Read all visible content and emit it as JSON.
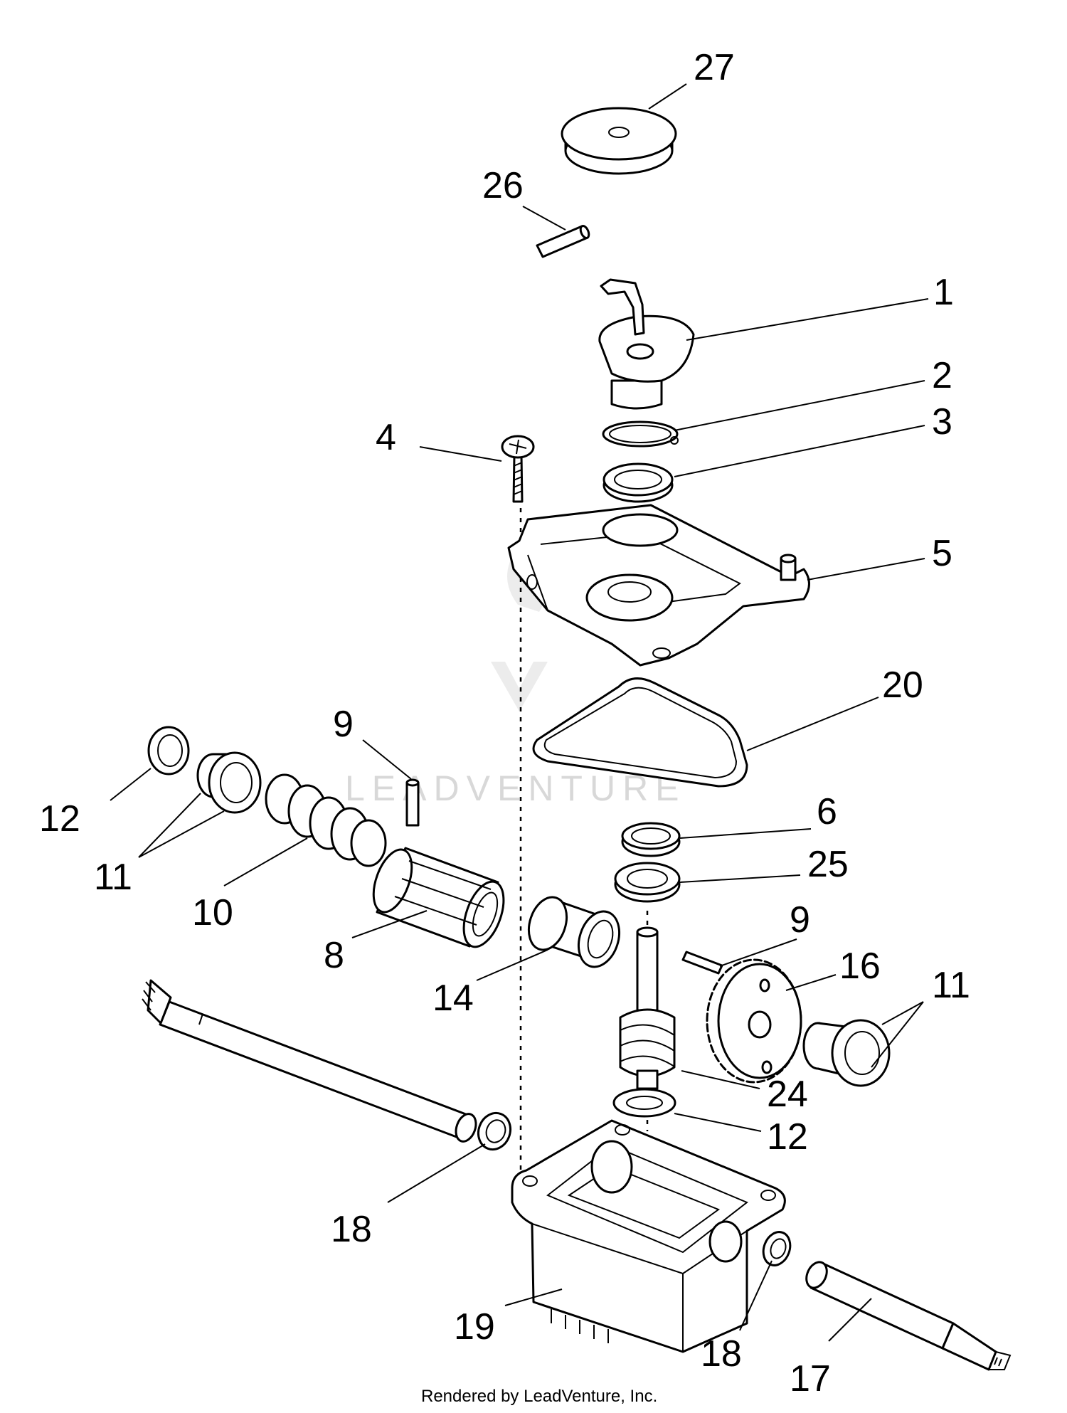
{
  "labels": {
    "p1": "1",
    "p2": "2",
    "p3": "3",
    "p4": "4",
    "p5": "5",
    "p6": "6",
    "p8": "8",
    "p9a": "9",
    "p9b": "9",
    "p10": "10",
    "p11a": "11",
    "p11b": "11",
    "p12a": "12",
    "p12b": "12",
    "p14": "14",
    "p16": "16",
    "p17": "17",
    "p18a": "18",
    "p18b": "18",
    "p19": "19",
    "p20": "20",
    "p24": "24",
    "p25": "25",
    "p26": "26",
    "p27": "27"
  },
  "watermark": "LEADVENTURE",
  "footer": "Rendered by LeadVenture, Inc.",
  "colors": {
    "line": "#000000",
    "background": "#ffffff",
    "watermark": "#d8d8d8"
  }
}
